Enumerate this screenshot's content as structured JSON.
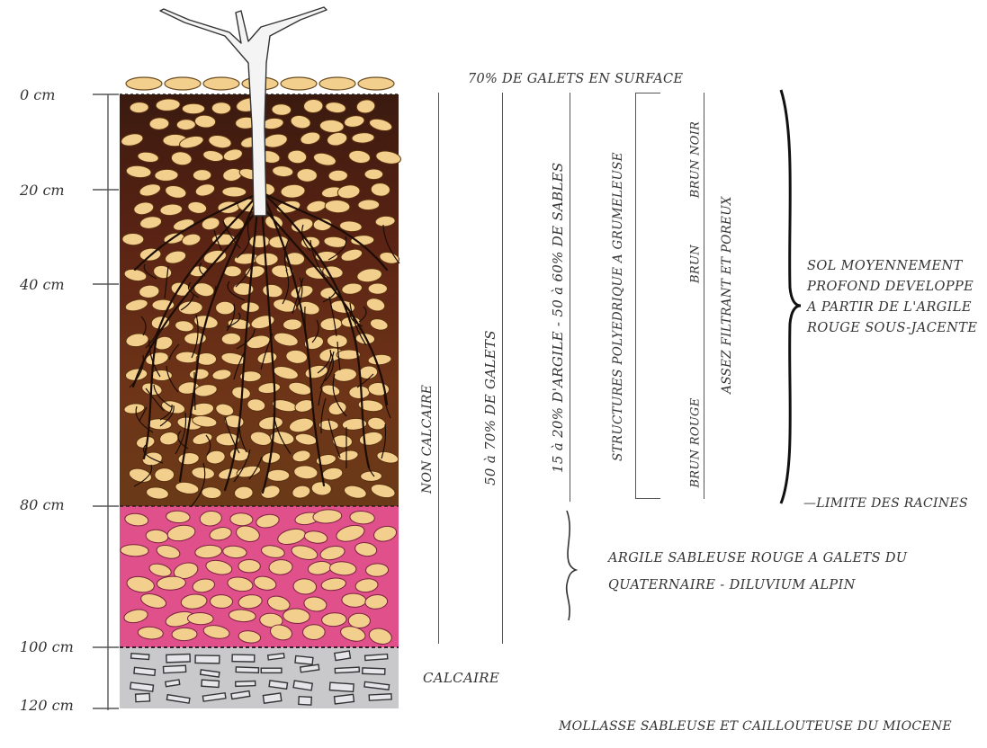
{
  "depth_labels": [
    "0 cm",
    "20 cm",
    "40 cm",
    "80 cm",
    "100 cm",
    "120 cm"
  ],
  "surface_label": "70% DE GALETS EN SURFACE",
  "column_labels": {
    "calcaire_status": "NON CALCAIRE",
    "galets_pct": "50 à 70% DE GALETS",
    "argile_sables": "15 à 20% D'ARGILE - 50 à 60% DE SABLES",
    "structures": "STRUCTURES POLYEDRIQUE A GRUMELEUSE",
    "brun_noir": "BRUN NOIR",
    "brun": "BRUN",
    "brun_rouge": "BRUN ROUGE",
    "filtrant": "ASSEZ FILTRANT ET POREUX"
  },
  "sol_description": [
    "SOL MOYENNEMENT",
    "PROFOND DEVELOPPE",
    "A PARTIR DE L'ARGILE",
    "ROUGE SOUS-JACENTE"
  ],
  "limite_racines": "—LIMITE DES RACINES",
  "argile_description": [
    "ARGILE SABLEUSE ROUGE A GALETS DU",
    "QUATERNAIRE - DILUVIUM ALPIN"
  ],
  "calcaire_label": "CALCAIRE",
  "mollasse_label": "MOLLASSE SABLEUSE ET CAILLOUTEUSE DU MIOCENE",
  "colors": {
    "topsoil_dark": "#3c1a10",
    "topsoil_mid": "#6a2a16",
    "red_clay": "#e0508a",
    "limestone": "#c9c9cc",
    "pebble": "#f2cf8d",
    "root": "#1c0d06"
  }
}
